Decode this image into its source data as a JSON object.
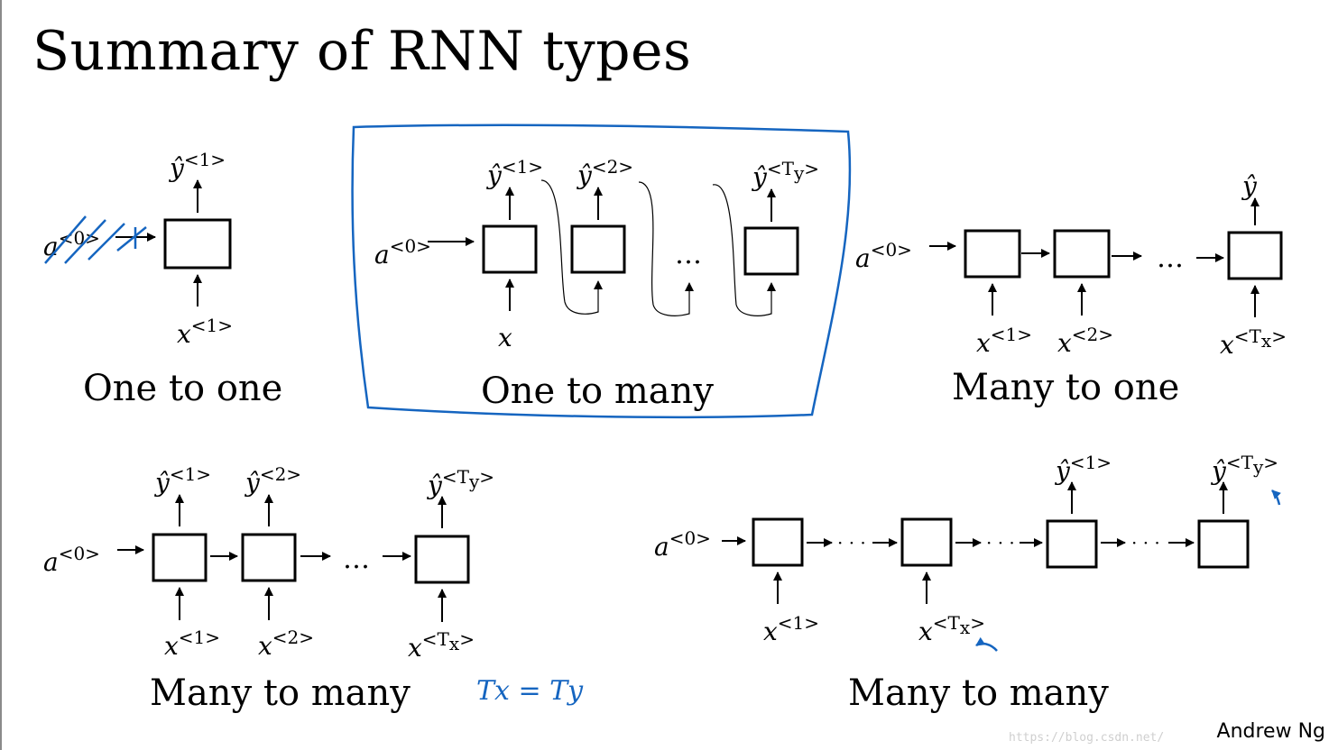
{
  "slide": {
    "title": "Summary of RNN types",
    "author": "Andrew Ng",
    "watermark": "https://blog.csdn.net/"
  },
  "labels": {
    "a": "a",
    "x": "x",
    "y": "ŷ",
    "sup0": "<0>",
    "sup1": "<1>",
    "sup2": "<2>",
    "supTy": "<T",
    "supTx": "<T",
    "subY": "y",
    "subX": "x",
    "close": ">",
    "dots": "…",
    "dotsRun": "· · ·"
  },
  "diagrams": {
    "one_to_one": "One to one",
    "one_to_many": "One to many",
    "many_to_one": "Many to one",
    "many_to_many_equal": "Many to many",
    "many_to_many_encdec": "Many to many"
  },
  "annotations": {
    "tx_ty": "Tx = Ty",
    "ink_color": "#1565c0"
  }
}
